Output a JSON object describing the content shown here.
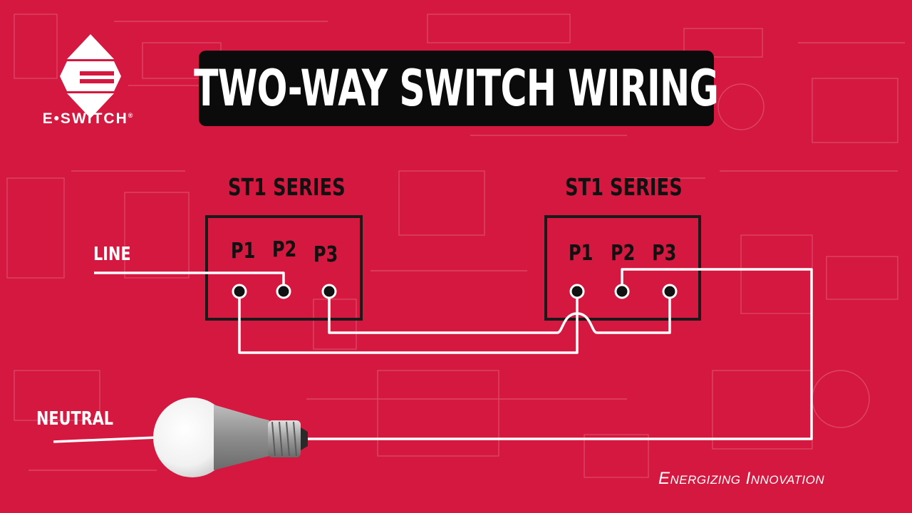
{
  "title": "TWO-WAY SWITCH WIRING",
  "logo": {
    "wordmark": "E•SWITCH",
    "mark": "®"
  },
  "switch_left": {
    "series": "ST1 SERIES",
    "pins": [
      "P1",
      "P2",
      "P3"
    ]
  },
  "switch_right": {
    "series": "ST1 SERIES",
    "pins": [
      "P1",
      "P2",
      "P3"
    ]
  },
  "wires": {
    "line_label": "LINE",
    "neutral_label": "NEUTRAL"
  },
  "tagline": "Energizing Innovation",
  "colors": {
    "background": "#d4183f",
    "title_box": "#0b0b0b",
    "wire": "#ffffff",
    "outline": "#1a1a1a"
  }
}
